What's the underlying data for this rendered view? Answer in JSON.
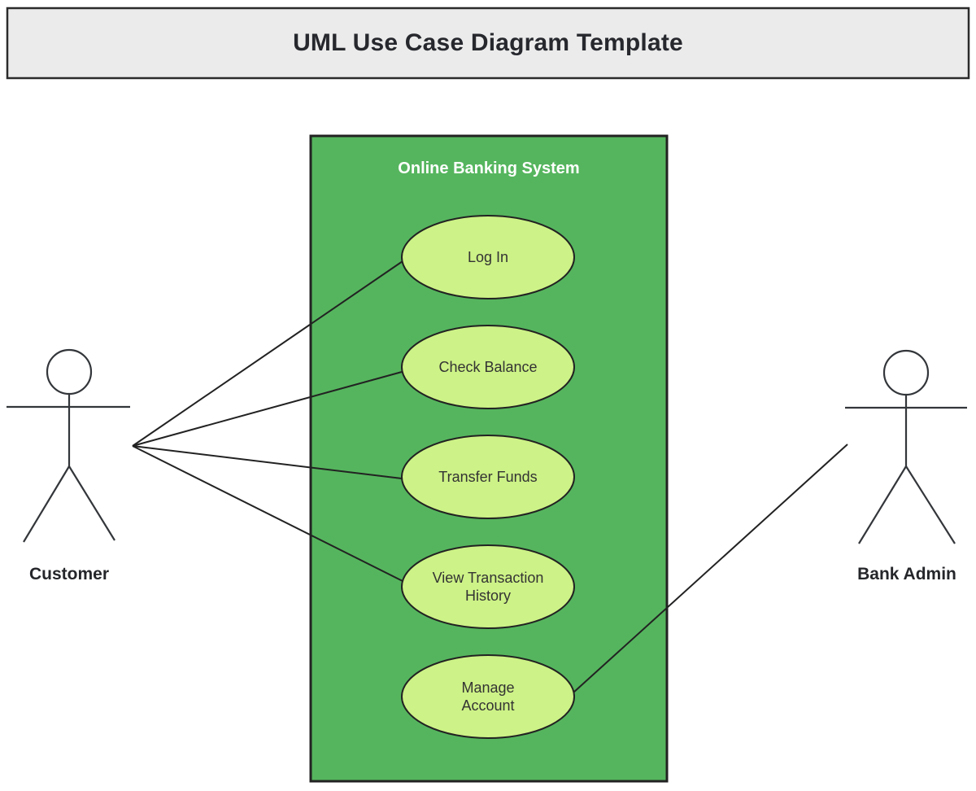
{
  "diagram": {
    "title": "UML Use Case Diagram Template",
    "type": "uml-use-case"
  },
  "title_banner": {
    "text": "UML Use Case Diagram Template",
    "fill": "#ebebeb",
    "border_color": "#2b2b2b",
    "text_color": "#26282e"
  },
  "system_boundary": {
    "label": "Online Banking System",
    "fill": "#55b55e",
    "border_color": "#222222",
    "label_color": "#ffffff"
  },
  "use_case_style": {
    "fill": "#cdf287",
    "border_color": "#222222",
    "text_color": "#333333"
  },
  "use_cases": [
    {
      "id": "log-in",
      "label": "Log In"
    },
    {
      "id": "check-balance",
      "label": "Check Balance"
    },
    {
      "id": "transfer-funds",
      "label": "Transfer Funds"
    },
    {
      "id": "view-transaction-history",
      "label": "View Transaction\nHistory"
    },
    {
      "id": "manage-account",
      "label": "Manage\nAccount"
    }
  ],
  "actors": [
    {
      "id": "customer",
      "label": "Customer"
    },
    {
      "id": "bank-admin",
      "label": "Bank Admin"
    }
  ],
  "associations": [
    {
      "from": "customer",
      "to": "log-in"
    },
    {
      "from": "customer",
      "to": "check-balance"
    },
    {
      "from": "customer",
      "to": "transfer-funds"
    },
    {
      "from": "customer",
      "to": "view-transaction-history"
    },
    {
      "from": "bank-admin",
      "to": "manage-account"
    }
  ],
  "line_color": "#222222"
}
